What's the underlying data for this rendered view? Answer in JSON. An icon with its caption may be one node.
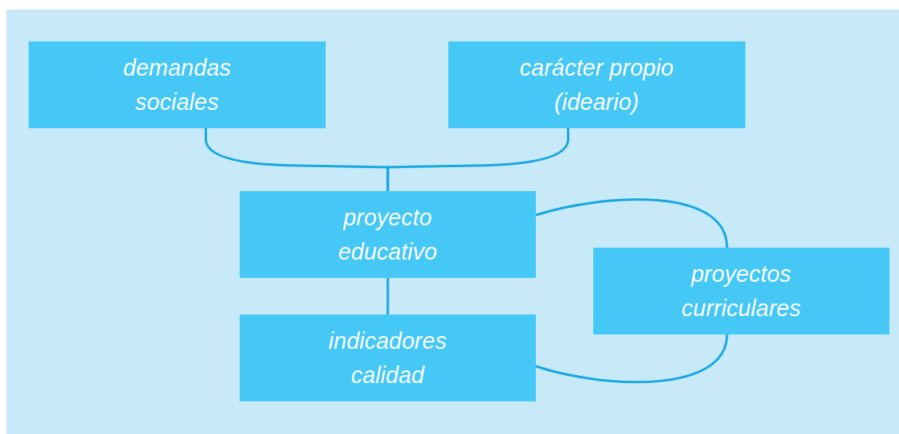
{
  "diagram": {
    "nodes": [
      {
        "text": [
          "demandas sociales"
        ]
      },
      {
        "text": [
          "carácter propio (ideario)"
        ]
      },
      {
        "text": [
          "proyecto educativo"
        ]
      },
      {
        "text": [
          "proyectos curriculares"
        ]
      },
      {
        "text": [
          "indicadores calidad"
        ]
      }
    ],
    "edges": [
      {
        "from": 0,
        "to": 2,
        "arrow": "none"
      },
      {
        "from": 1,
        "to": 2,
        "arrow": "none"
      },
      {
        "from": 2,
        "to": 3,
        "arrow": "none"
      },
      {
        "from": 2,
        "to": 4,
        "arrow": "none"
      },
      {
        "from": 4,
        "to": 3,
        "arrow": "none"
      }
    ]
  }
}
